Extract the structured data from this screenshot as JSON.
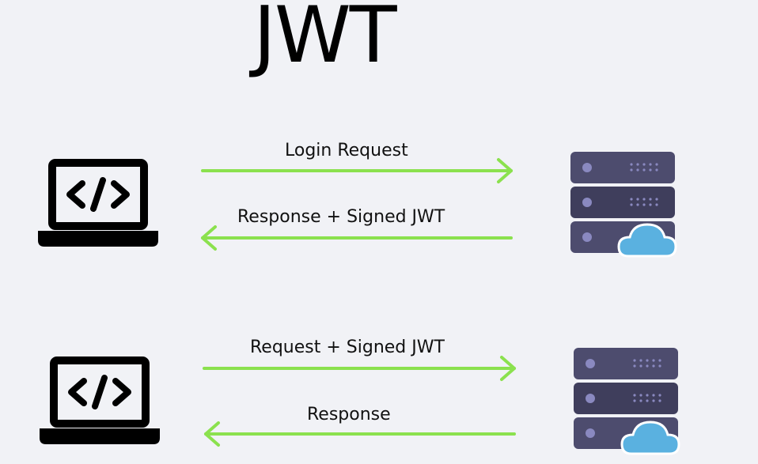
{
  "title": "JWT",
  "colors": {
    "arrow": "#8be14e",
    "server_body": "#4d4c6e",
    "server_body_dark": "#3f3e5c",
    "server_dot": "#8a89c0",
    "cloud": "#5ab1e0",
    "laptop": "#000000"
  },
  "flows": [
    {
      "client_icon": "laptop-code-icon",
      "server_icon": "cloud-server-icon",
      "request_label": "Login Request",
      "response_label": "Response + Signed JWT"
    },
    {
      "client_icon": "laptop-code-icon",
      "server_icon": "cloud-server-icon",
      "request_label": "Request + Signed JWT",
      "response_label": "Response"
    }
  ]
}
